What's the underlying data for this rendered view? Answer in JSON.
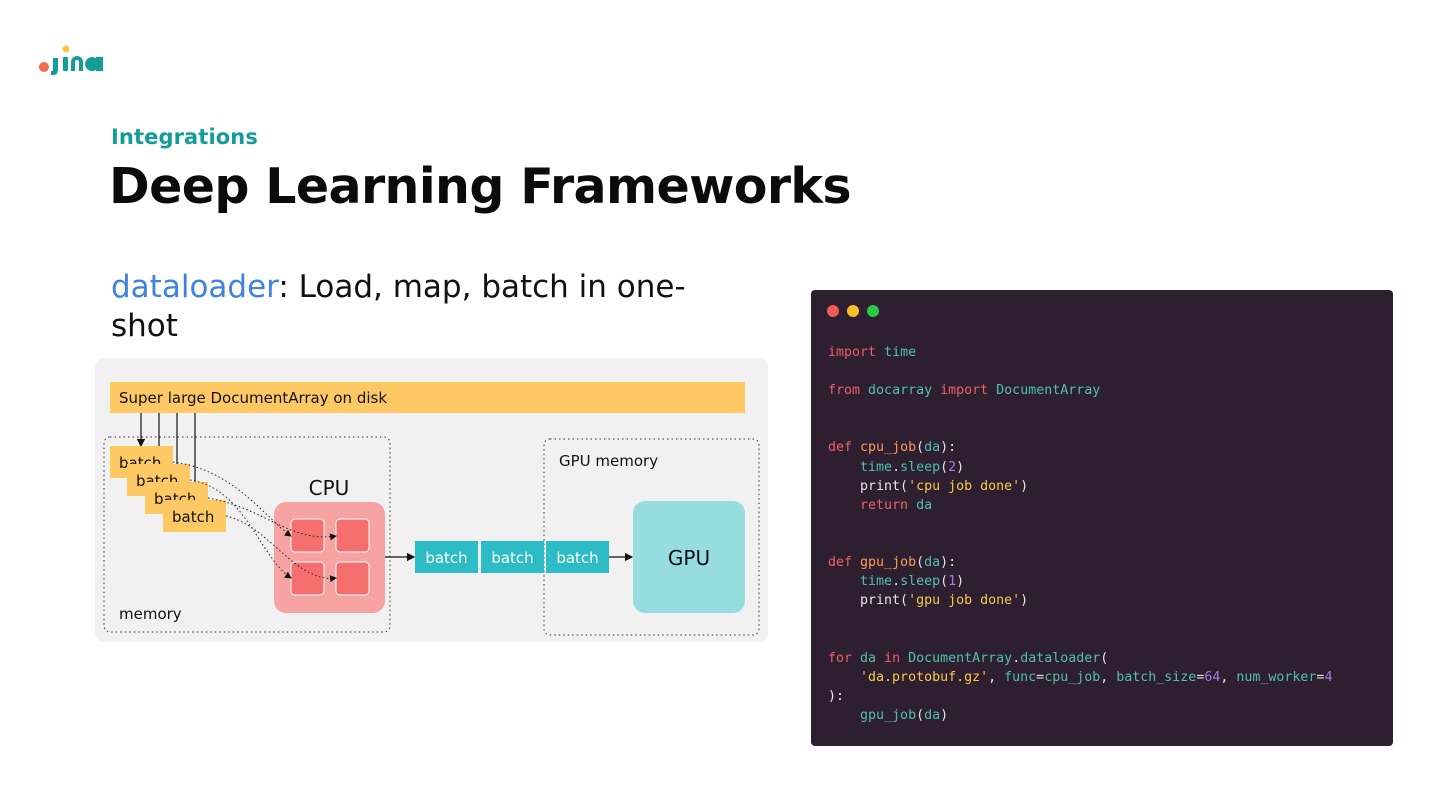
{
  "header": {
    "kicker": "Integrations",
    "title": "Deep Learning Frameworks"
  },
  "subtitle": {
    "keyword": "dataloader",
    "rest": ": Load, map, batch in one-shot"
  },
  "diagram": {
    "disk_label": "Super large DocumentArray on disk",
    "memory_label": "memory",
    "cpu_label": "CPU",
    "gpu_memory_label": "GPU memory",
    "gpu_label": "GPU",
    "batch_label": "batch",
    "stacked_batches": [
      "batch",
      "batch",
      "batch",
      "batch"
    ],
    "pipeline_batches": [
      "batch",
      "batch",
      "batch"
    ]
  },
  "code": {
    "window_controls": [
      "close",
      "minimize",
      "maximize"
    ],
    "lines": [
      [
        [
          "kw",
          "import"
        ],
        [
          "pl",
          " "
        ],
        [
          "id",
          "time"
        ]
      ],
      [],
      [
        [
          "kw",
          "from"
        ],
        [
          "pl",
          " "
        ],
        [
          "id",
          "docarray"
        ],
        [
          "pl",
          " "
        ],
        [
          "kw",
          "import"
        ],
        [
          "pl",
          " "
        ],
        [
          "id",
          "DocumentArray"
        ]
      ],
      [],
      [],
      [
        [
          "kw",
          "def"
        ],
        [
          "pl",
          " "
        ],
        [
          "fn",
          "cpu_job"
        ],
        [
          "pl",
          "("
        ],
        [
          "id",
          "da"
        ],
        [
          "pl",
          "):"
        ]
      ],
      [
        [
          "pl",
          "    "
        ],
        [
          "id",
          "time"
        ],
        [
          "pl",
          "."
        ],
        [
          "id",
          "sleep"
        ],
        [
          "pl",
          "("
        ],
        [
          "num",
          "2"
        ],
        [
          "pl",
          ")"
        ]
      ],
      [
        [
          "pl",
          "    print("
        ],
        [
          "str",
          "'cpu job done'"
        ],
        [
          "pl",
          ")"
        ]
      ],
      [
        [
          "pl",
          "    "
        ],
        [
          "kw",
          "return"
        ],
        [
          "pl",
          " "
        ],
        [
          "id",
          "da"
        ]
      ],
      [],
      [],
      [
        [
          "kw",
          "def"
        ],
        [
          "pl",
          " "
        ],
        [
          "fn",
          "gpu_job"
        ],
        [
          "pl",
          "("
        ],
        [
          "id",
          "da"
        ],
        [
          "pl",
          "):"
        ]
      ],
      [
        [
          "pl",
          "    "
        ],
        [
          "id",
          "time"
        ],
        [
          "pl",
          "."
        ],
        [
          "id",
          "sleep"
        ],
        [
          "pl",
          "("
        ],
        [
          "num",
          "1"
        ],
        [
          "pl",
          ")"
        ]
      ],
      [
        [
          "pl",
          "    print("
        ],
        [
          "str",
          "'gpu job done'"
        ],
        [
          "pl",
          ")"
        ]
      ],
      [],
      [],
      [
        [
          "kw",
          "for"
        ],
        [
          "pl",
          " "
        ],
        [
          "id",
          "da"
        ],
        [
          "pl",
          " "
        ],
        [
          "kw",
          "in"
        ],
        [
          "pl",
          " "
        ],
        [
          "id",
          "DocumentArray"
        ],
        [
          "pl",
          "."
        ],
        [
          "id",
          "dataloader"
        ],
        [
          "pl",
          "("
        ]
      ],
      [
        [
          "pl",
          "    "
        ],
        [
          "str",
          "'da.protobuf.gz'"
        ],
        [
          "pl",
          ", "
        ],
        [
          "id",
          "func"
        ],
        [
          "pl",
          "="
        ],
        [
          "id",
          "cpu_job"
        ],
        [
          "pl",
          ", "
        ],
        [
          "id",
          "batch_size"
        ],
        [
          "pl",
          "="
        ],
        [
          "num",
          "64"
        ],
        [
          "pl",
          ", "
        ],
        [
          "id",
          "num_worker"
        ],
        [
          "pl",
          "="
        ],
        [
          "num",
          "4"
        ]
      ],
      [
        [
          "pl",
          "):"
        ]
      ],
      [
        [
          "pl",
          "    "
        ],
        [
          "id",
          "gpu_job"
        ],
        [
          "pl",
          "("
        ],
        [
          "id",
          "da"
        ],
        [
          "pl",
          ")"
        ]
      ]
    ]
  }
}
